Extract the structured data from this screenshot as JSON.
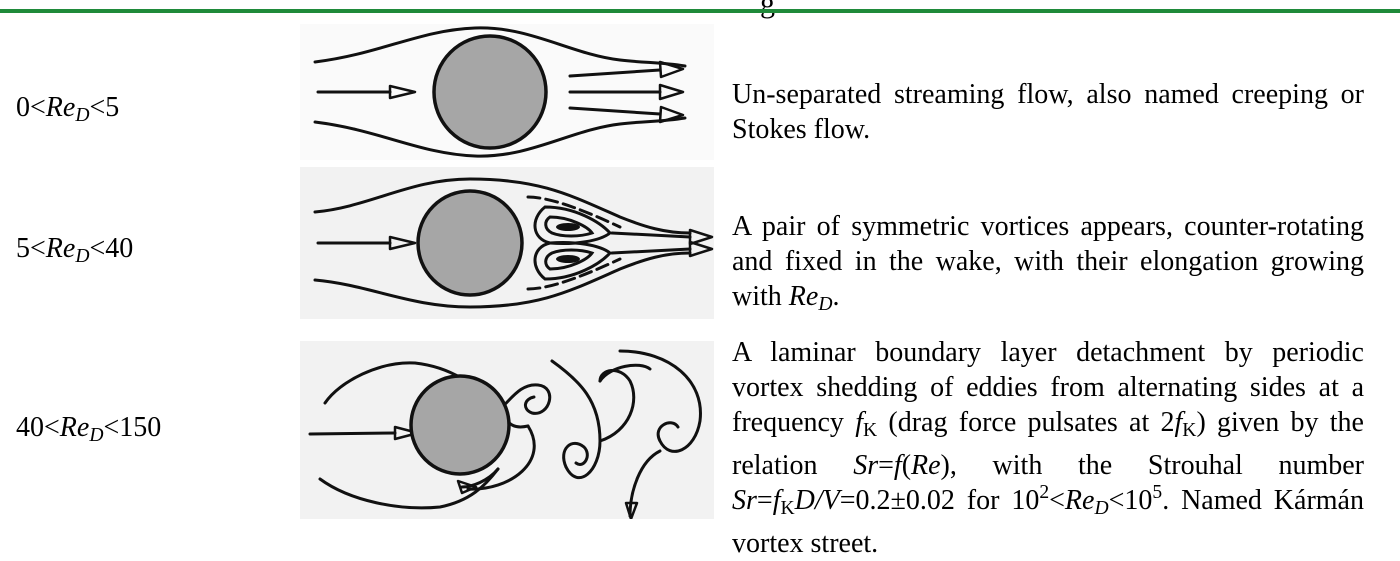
{
  "header": {
    "title": "g"
  },
  "regimes": [
    {
      "label": {
        "lower": "0<",
        "var": "Re",
        "sub": "D",
        "upper": "<5"
      },
      "description": "Un-separated streaming flow, also named creeping or Stokes flow."
    },
    {
      "label": {
        "lower": "5<",
        "var": "Re",
        "sub": "D",
        "upper": "<40"
      },
      "description": {
        "text1": "A pair of symmetric vortices appears, counter-rotating and fixed in the wake, with their elongation growing with ",
        "var": "Re",
        "sub": "D",
        "text2": "."
      }
    },
    {
      "label": {
        "lower": "40<",
        "var": "Re",
        "sub": "D",
        "upper": "<150"
      },
      "description": {
        "p1": "A laminar boundary layer detachment by periodic vortex shedding of eddies from alternating sides at a frequency ",
        "f": "f",
        "K": "K",
        "p2": " (drag force pulsates at 2",
        "p3": ") given by the relation ",
        "sr_rel": "Sr",
        "eq": "=",
        "f2": "f",
        "paren_open": "(",
        "re": "Re",
        "paren_close": "),",
        "p4": " with the Strouhal number ",
        "sr": "Sr",
        "eq2": "=",
        "fk_f": "f",
        "fk_k": "K",
        "dv": "D/V",
        "val": "=0.2±0.02",
        "for": " for 10",
        "exp1": "2",
        "lt": "<",
        "re2": "Re",
        "resub": "D",
        "lt2": "<10",
        "exp2": "5",
        "p5": ". Named Kármán vortex street."
      }
    }
  ],
  "colors": {
    "header_rule": "#1f8a3a",
    "cylinder_fill": "#a6a6a6",
    "figure_bg": "#f2f2f2"
  }
}
